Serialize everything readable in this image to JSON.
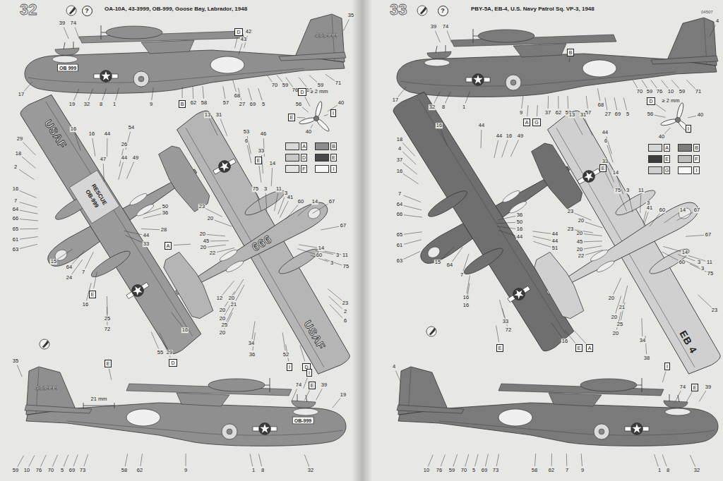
{
  "diagram": {
    "nodes": [
      {
        "text": [
          "?"
        ]
      },
      {
        "text": [
          "D"
        ]
      },
      {
        "text": [
          "B"
        ]
      },
      {
        "text": [
          "D"
        ]
      },
      {
        "text": [
          "I"
        ]
      },
      {
        "text": [
          "E"
        ]
      },
      {
        "text": [
          "E"
        ]
      },
      {
        "text": [
          "D"
        ]
      },
      {
        "text": [
          "E"
        ]
      },
      {
        "text": [
          "A"
        ]
      },
      {
        "text": [
          "I"
        ]
      },
      {
        "text": [
          "D"
        ]
      },
      {
        "text": [
          "E"
        ]
      },
      {
        "text": [
          "I"
        ]
      },
      {
        "text": [
          "E"
        ]
      },
      {
        "text": [
          "?"
        ]
      },
      {
        "text": [
          "B"
        ]
      },
      {
        "text": [
          "A"
        ]
      },
      {
        "text": [
          "G"
        ]
      },
      {
        "text": [
          "D"
        ]
      },
      {
        "text": [
          "I"
        ]
      },
      {
        "text": [
          "E"
        ]
      },
      {
        "text": [
          "E"
        ]
      },
      {
        "text": [
          "A"
        ]
      },
      {
        "text": [
          "E"
        ]
      },
      {
        "text": [
          "I"
        ]
      },
      {
        "text": [
          "E"
        ]
      }
    ],
    "labels": [
      "32",
      "OA-10A, 43-3999, OB-999, Goose Bay, Labrador, 1948",
      "OB 999",
      "433999",
      "39",
      "74",
      "42",
      "43",
      "35",
      "17",
      "19",
      "32",
      "8",
      "1",
      "9",
      "62",
      "58",
      "57",
      "68",
      "27",
      "69",
      "5",
      "70",
      "59",
      "76",
      "10",
      "59",
      "71",
      "≥ 2 mm",
      "56",
      "40",
      "40",
      "USAF",
      "RESCUE",
      "OB-999",
      "29",
      "16",
      "16",
      "44",
      "54",
      "18",
      "2",
      "16",
      "7",
      "64",
      "66",
      "65",
      "61",
      "63",
      "26",
      "47",
      "44",
      "49",
      "50",
      "36",
      "28",
      "15",
      "64",
      "7",
      "24",
      "44",
      "33",
      "16",
      "25",
      "72",
      "55",
      "29",
      "16",
      "666",
      "USAF",
      "13",
      "31",
      "53",
      "46",
      "6",
      "33",
      "14",
      "23",
      "20",
      "75",
      "3",
      "11",
      "3",
      "41",
      "60",
      "14",
      "67",
      "20",
      "45",
      "20",
      "22",
      "67",
      "14",
      "60",
      "3",
      "11",
      "3",
      "75",
      "12",
      "20",
      "21",
      "20",
      "20",
      "25",
      "20",
      "23",
      "2",
      "6",
      "34",
      "36",
      "52",
      "433999",
      "OB-999",
      "35",
      "74",
      "39",
      "19",
      "21 mm",
      "59",
      "10",
      "76",
      "70",
      "5",
      "69",
      "73",
      "58",
      "62",
      "9",
      "1",
      "8",
      "32",
      "33",
      "PBY-5A, EB-4, U.S. Navy Patrol Sq. VP-3, 1948",
      "04507",
      "39",
      "74",
      "4",
      "17",
      "32",
      "8",
      "1",
      "9",
      "37",
      "62",
      "58",
      "57",
      "68",
      "27",
      "69",
      "5",
      "70",
      "59",
      "76",
      "10",
      "59",
      "71",
      "≥ 2 mm",
      "56",
      "40",
      "40",
      "16",
      "44",
      "44",
      "16",
      "49",
      "18",
      "4",
      "37",
      "16",
      "7",
      "64",
      "66",
      "65",
      "61",
      "63",
      "36",
      "50",
      "16",
      "44",
      "15",
      "64",
      "7",
      "44",
      "44",
      "51",
      "16",
      "16",
      "33",
      "72",
      "16",
      "EB 4",
      "13",
      "31",
      "44",
      "6",
      "33",
      "14",
      "75",
      "3",
      "11",
      "3",
      "41",
      "60",
      "14",
      "67",
      "23",
      "20",
      "23",
      "20",
      "45",
      "20",
      "22",
      "67",
      "14",
      "60",
      "3",
      "11",
      "3",
      "75",
      "23",
      "20",
      "21",
      "20",
      "25",
      "20",
      "34",
      "38",
      "4",
      "74",
      "39",
      "10",
      "76",
      "59",
      "70",
      "5",
      "69",
      "73",
      "58",
      "62",
      "7",
      "9",
      "1",
      "8",
      "32"
    ],
    "legend": [
      {
        "text": "A",
        "color": "#d9d9d9"
      },
      {
        "text": "B",
        "color": "#8c8c8c"
      },
      {
        "text": "D",
        "color": "#c8c8c8"
      },
      {
        "text": "E",
        "color": "#4a4a4a"
      },
      {
        "text": "F",
        "color": "#e3e3e3"
      },
      {
        "text": "I",
        "color": "#f7f7f7"
      },
      {
        "text": "A",
        "color": "#d6d6d6"
      },
      {
        "text": "B",
        "color": "#7d7d7d"
      },
      {
        "text": "E",
        "color": "#3e3e3e"
      },
      {
        "text": "F",
        "color": "#bdbdbd"
      },
      {
        "text": "G",
        "color": "#cfcfcf"
      },
      {
        "text": "I",
        "color": "#f7f7f7"
      }
    ]
  }
}
